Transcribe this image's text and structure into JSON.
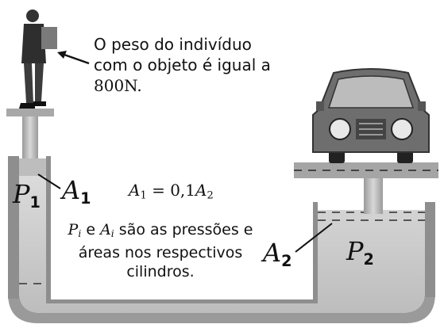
{
  "callout": {
    "line1": "O peso do indivíduo",
    "line2": "com o objeto é igual a",
    "line3": "800N."
  },
  "labels": {
    "P1": "P",
    "P1_sub": "1",
    "A1": "A",
    "A1_sub": "1",
    "A2": "A",
    "A2_sub": "2",
    "P2": "P",
    "P2_sub": "2"
  },
  "equation": {
    "lhs": "A",
    "lhs_sub": "1",
    "mid": " = 0,1",
    "rhs": "A",
    "rhs_sub": "2"
  },
  "explanation": {
    "p": "P",
    "p_sub": "i",
    "e": " e ",
    "a": "A",
    "a_sub": "i",
    "rest1": " são as pressões e",
    "line2": "áreas nos respectivos",
    "line3": "cilindros."
  },
  "colors": {
    "fluid_light": "#e6e6e6",
    "wall": "#8c8c8c",
    "wall_dark": "#555555",
    "car_body": "#6e6e6e",
    "piston": "#b5b5b5"
  }
}
